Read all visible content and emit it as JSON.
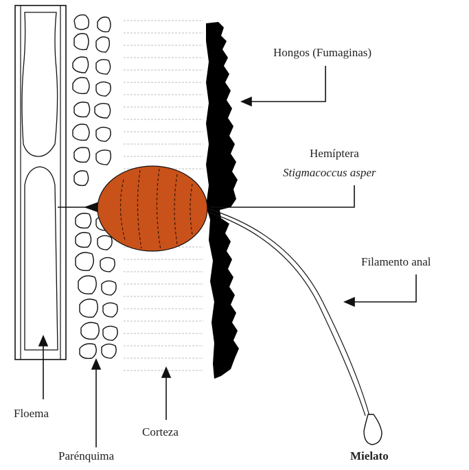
{
  "labels": {
    "fungi": "Hongos (Fumaginas)",
    "hemiptera_order": "Hemíptera",
    "hemiptera_species": "Stigmacoccus asper",
    "anal_filament": "Filamento anal",
    "phloem": "Floema",
    "parenchyma": "Parénquima",
    "cortex": "Corteza",
    "honeydew": "Mielato"
  },
  "colors": {
    "insect_body": "#c9521a",
    "fungi": "#000000",
    "lines": "#111111",
    "cortex_texture": "#bdbdbd"
  }
}
